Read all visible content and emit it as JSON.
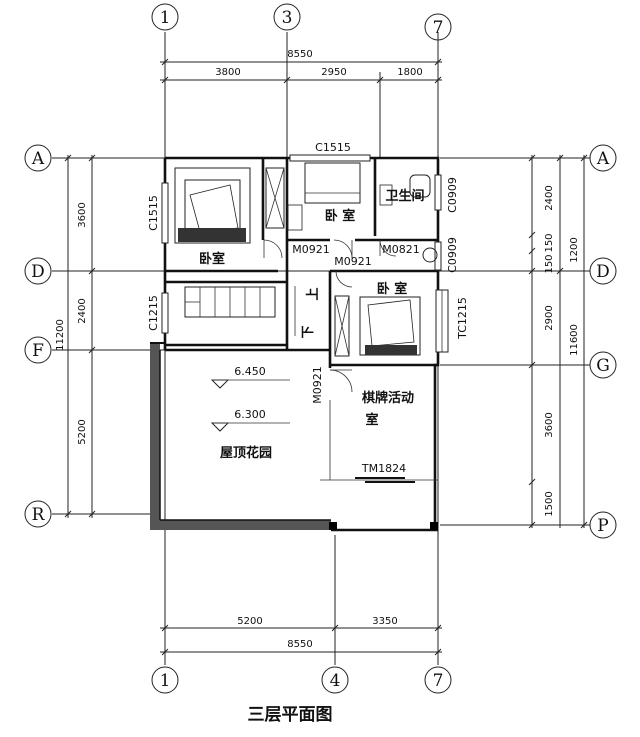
{
  "title": "三层平面图",
  "axes": {
    "top": [
      "1",
      "3",
      "7"
    ],
    "bottom": [
      "1",
      "4",
      "7"
    ],
    "left": [
      "A",
      "D",
      "F",
      "R"
    ],
    "right": [
      "A",
      "D",
      "G",
      "P"
    ]
  },
  "dimensions": {
    "top_total": "8550",
    "top_segments": [
      "3800",
      "2950",
      "1800"
    ],
    "bottom_total": "8550",
    "bottom_segments": [
      "5200",
      "3350"
    ],
    "left_inner": [
      "3600",
      "2400",
      "5200"
    ],
    "left_outer": "11200",
    "right_inner": [
      "2400",
      "150",
      "150",
      "2900",
      "3600",
      "1500"
    ],
    "right_mid": "1200",
    "right_outer": "11600"
  },
  "rooms": {
    "bedroom_1": "卧室",
    "bedroom_2": "卧 室",
    "bedroom_3": "卧 室",
    "bathroom": "卫生间",
    "game_room_line1": "棋牌活动",
    "game_room_line2": "室",
    "roof_garden": "屋顶花园"
  },
  "labels": {
    "window_c1515_top": "C1515",
    "window_c1515_left": "C1515",
    "window_c1215": "C1215",
    "window_c0909_a": "C0909",
    "window_c0909_b": "C0909",
    "window_tc1215": "TC1215",
    "door_m0921_a": "M0921",
    "door_m0921_b": "M0921",
    "door_m0921_c": "M0921",
    "door_m0821": "M0821",
    "door_tm1824": "TM1824",
    "stair_up": "上",
    "stair_down": "下"
  },
  "elevations": [
    "6.450",
    "6.300"
  ]
}
